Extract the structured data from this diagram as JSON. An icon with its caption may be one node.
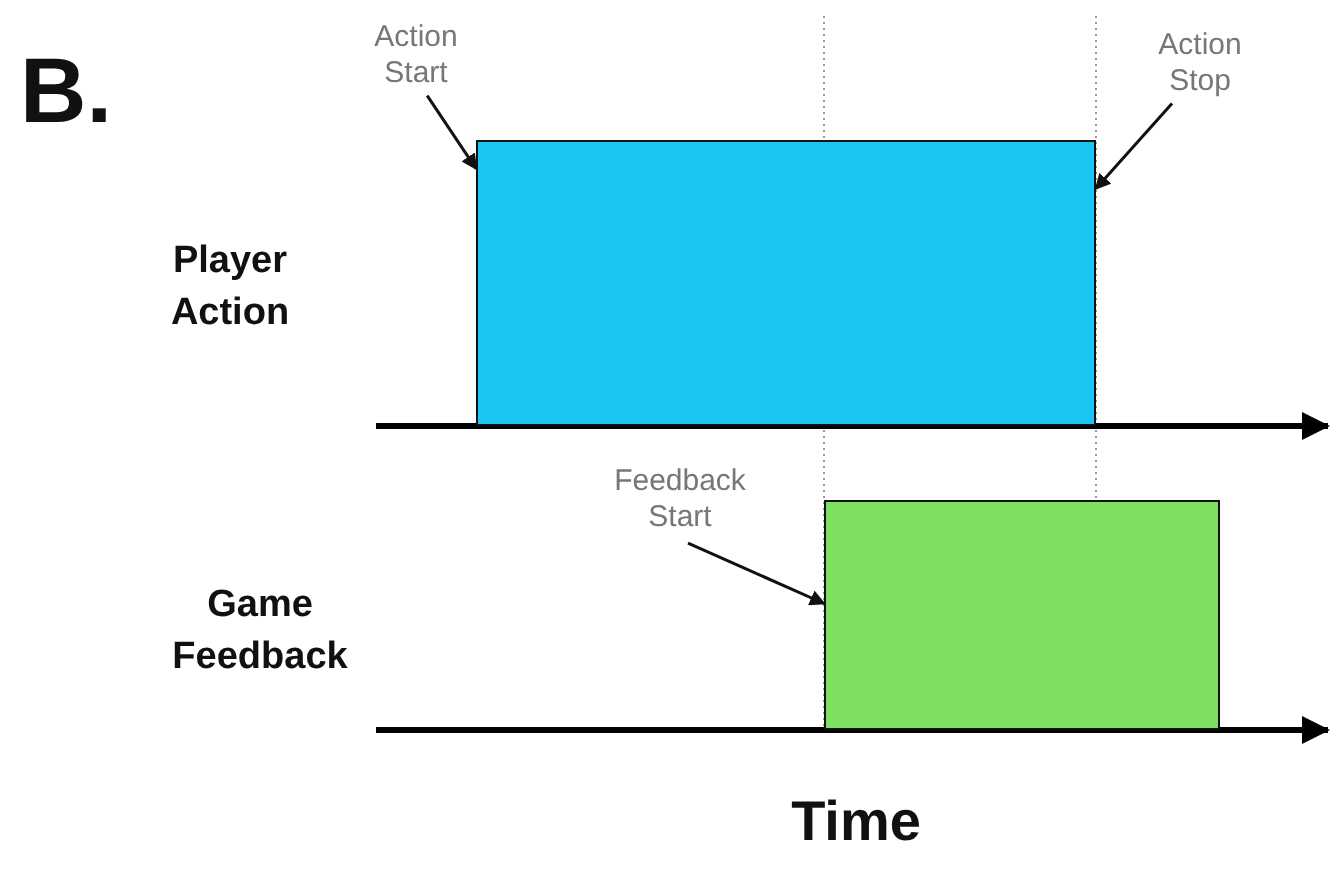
{
  "diagram": {
    "nodes": [
      {
        "text": [
          "Action Start"
        ]
      },
      {
        "text": [
          "Action Stop"
        ]
      },
      {
        "text": [],
        "shape": "box"
      },
      {
        "text": [
          "Feedback Start"
        ]
      },
      {
        "text": [],
        "shape": "box"
      }
    ],
    "edges": [
      {
        "from": 0,
        "to": 2,
        "arrow": "to"
      },
      {
        "from": 1,
        "to": 2,
        "arrow": "to"
      },
      {
        "from": 3,
        "to": 4,
        "arrow": "to"
      }
    ],
    "labels": [
      "B.",
      "Player Action",
      "Game Feedback",
      "Time"
    ]
  }
}
